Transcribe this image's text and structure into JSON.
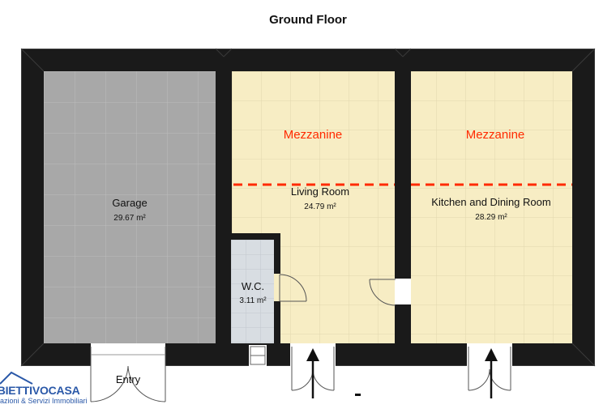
{
  "title": "Ground Floor",
  "rooms": {
    "garage": {
      "name": "Garage",
      "area": "29.67 m²"
    },
    "living": {
      "name": "Living Room",
      "area": "24.79 m²"
    },
    "kitchen": {
      "name": "Kitchen and Dining Room",
      "area": "28.29 m²"
    },
    "wc": {
      "name": "W.C.",
      "area": "3.11 m²"
    }
  },
  "mezzanine_labels": [
    "Mezzanine",
    "Mezzanine"
  ],
  "entry_label": "Entry",
  "logo": {
    "name": "OBIETTIVOCASA",
    "tagline": "azioni & Servizi Immobiliari"
  },
  "colors": {
    "wall": "#1a1a1a",
    "garage_floor": "#a8a8a8",
    "room_floor": "#f7edc4",
    "wc_floor": "#d8dde2",
    "mezzanine": "#ff2a00",
    "brand": "#2a58a8"
  }
}
